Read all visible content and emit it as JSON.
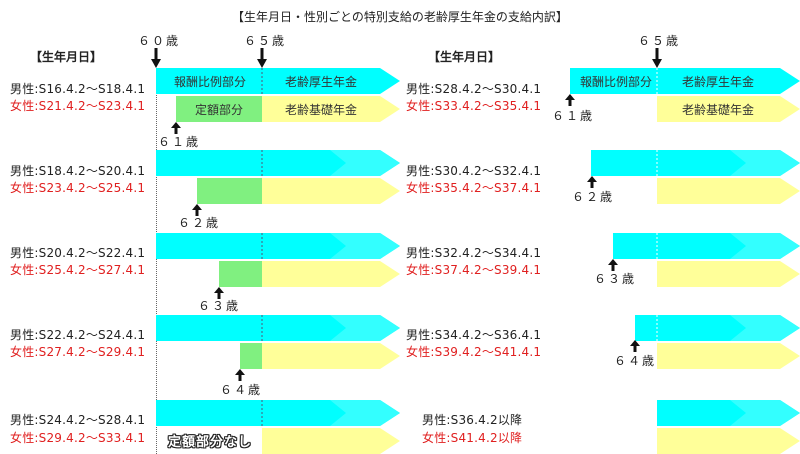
{
  "title": "【生年月日・性別ごとの特別支給の老齢厚生年金の支給内訳】",
  "left_panel": {
    "header": "【生年月日】",
    "age_markers": {
      "age60": "６０歳",
      "age65": "６５歳"
    },
    "rows": [
      {
        "male": "男性:S16.4.2～S18.4.1",
        "female": "女性:S21.4.2～S23.4.1",
        "fixed_start_age": "６１歳"
      },
      {
        "male": "男性:S18.4.2～S20.4.1",
        "female": "女性:S23.4.2～S25.4.1",
        "fixed_start_age": "６２歳"
      },
      {
        "male": "男性:S20.4.2～S22.4.1",
        "female": "女性:S25.4.2～S27.4.1",
        "fixed_start_age": "６３歳"
      },
      {
        "male": "男性:S22.4.2～S24.4.1",
        "female": "女性:S27.4.2～S29.4.1",
        "fixed_start_age": "６４歳"
      },
      {
        "male": "男性:S24.4.2～S28.4.1",
        "female": "女性:S29.4.2～S33.4.1",
        "no_fixed": "定額部分なし"
      }
    ],
    "bar_labels": {
      "earnings_related": "報酬比例部分",
      "fixed_amount": "定額部分",
      "old_age_employee": "老齢厚生年金",
      "old_age_basic": "老齢基礎年金"
    }
  },
  "right_panel": {
    "header": "【生年月日】",
    "age_markers": {
      "age65": "６５歳"
    },
    "rows": [
      {
        "male": "男性:S28.4.2～S30.4.1",
        "female": "女性:S33.4.2～S35.4.1",
        "start_age": "６１歳"
      },
      {
        "male": "男性:S30.4.2～S32.4.1",
        "female": "女性:S35.4.2～S37.4.1",
        "start_age": "６２歳"
      },
      {
        "male": "男性:S32.4.2～S34.4.1",
        "female": "女性:S37.4.2～S39.4.1",
        "start_age": "６３歳"
      },
      {
        "male": "男性:S34.4.2～S36.4.1",
        "female": "女性:S39.4.2～S41.4.1",
        "start_age": "６４歳"
      },
      {
        "male": "男性:S36.4.2以降",
        "female": "女性:S41.4.2以降"
      }
    ],
    "bar_labels": {
      "earnings_related": "報酬比例部分",
      "old_age_employee": "老齢厚生年金",
      "old_age_basic": "老齢基礎年金"
    }
  },
  "colors": {
    "earnings_related": "#00ffff",
    "earnings_related_tip": "#33ffff",
    "fixed_amount": "#80f080",
    "basic_pension": "#ffff99",
    "female_text": "#e02020",
    "male_text": "#222222"
  }
}
